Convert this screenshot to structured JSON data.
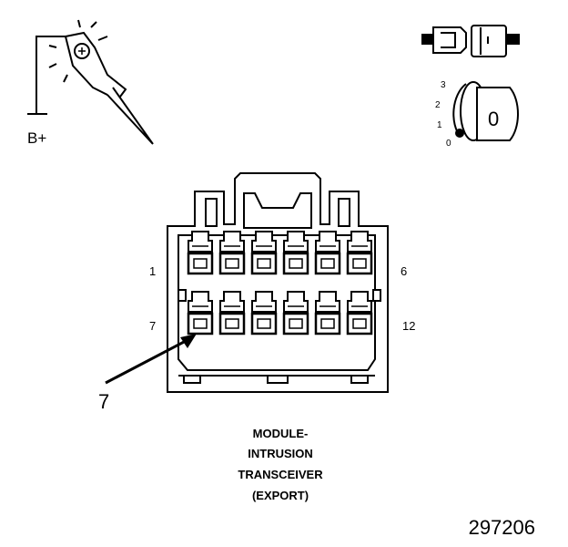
{
  "probe": {
    "supply_label": "B+"
  },
  "ignition": {
    "positions": [
      "3",
      "2",
      "1",
      "0"
    ],
    "key_label": "0"
  },
  "connector": {
    "pin_label_top_left": "1",
    "pin_label_top_right": "6",
    "pin_label_bottom_left": "7",
    "pin_label_bottom_right": "12",
    "callout_label": "7"
  },
  "caption": {
    "line1": "MODULE-",
    "line2": "INTRUSION",
    "line3": "TRANSCEIVER",
    "line4": "(EXPORT)"
  },
  "figure_number": "297206"
}
